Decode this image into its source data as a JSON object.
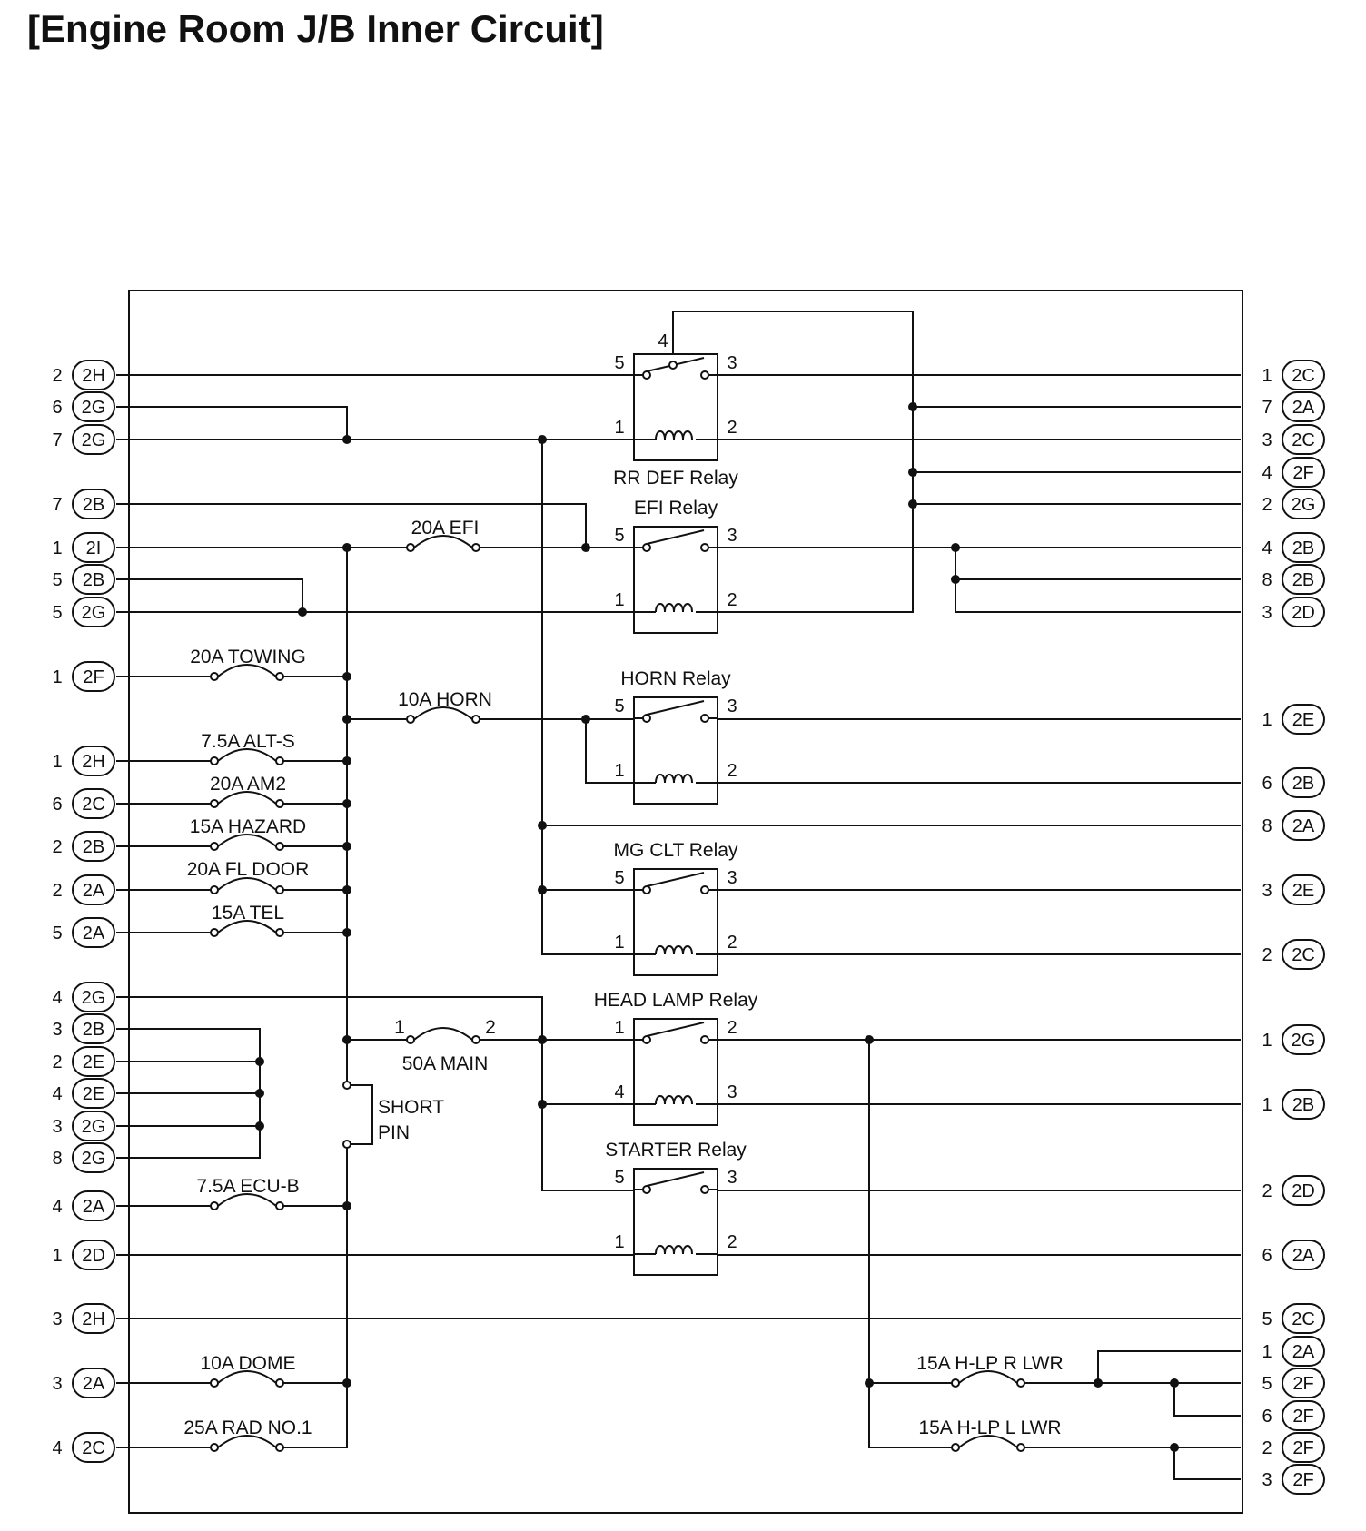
{
  "title": "[Engine Room J/B Inner Circuit]",
  "colors": {
    "ink": "#111111",
    "background": "#ffffff"
  },
  "left_terminals": [
    {
      "pin": "2",
      "conn": "2H"
    },
    {
      "pin": "6",
      "conn": "2G"
    },
    {
      "pin": "7",
      "conn": "2G"
    },
    {
      "pin": "7",
      "conn": "2B"
    },
    {
      "pin": "1",
      "conn": "2I"
    },
    {
      "pin": "5",
      "conn": "2B"
    },
    {
      "pin": "5",
      "conn": "2G"
    },
    {
      "pin": "1",
      "conn": "2F"
    },
    {
      "pin": "1",
      "conn": "2H"
    },
    {
      "pin": "6",
      "conn": "2C"
    },
    {
      "pin": "2",
      "conn": "2B"
    },
    {
      "pin": "2",
      "conn": "2A"
    },
    {
      "pin": "5",
      "conn": "2A"
    },
    {
      "pin": "4",
      "conn": "2G"
    },
    {
      "pin": "3",
      "conn": "2B"
    },
    {
      "pin": "2",
      "conn": "2E"
    },
    {
      "pin": "4",
      "conn": "2E"
    },
    {
      "pin": "3",
      "conn": "2G"
    },
    {
      "pin": "8",
      "conn": "2G"
    },
    {
      "pin": "4",
      "conn": "2A"
    },
    {
      "pin": "1",
      "conn": "2D"
    },
    {
      "pin": "3",
      "conn": "2H"
    },
    {
      "pin": "3",
      "conn": "2A"
    },
    {
      "pin": "4",
      "conn": "2C"
    }
  ],
  "right_terminals": [
    {
      "pin": "1",
      "conn": "2C"
    },
    {
      "pin": "7",
      "conn": "2A"
    },
    {
      "pin": "3",
      "conn": "2C"
    },
    {
      "pin": "4",
      "conn": "2F"
    },
    {
      "pin": "2",
      "conn": "2G"
    },
    {
      "pin": "4",
      "conn": "2B"
    },
    {
      "pin": "8",
      "conn": "2B"
    },
    {
      "pin": "3",
      "conn": "2D"
    },
    {
      "pin": "1",
      "conn": "2E"
    },
    {
      "pin": "6",
      "conn": "2B"
    },
    {
      "pin": "8",
      "conn": "2A"
    },
    {
      "pin": "3",
      "conn": "2E"
    },
    {
      "pin": "2",
      "conn": "2C"
    },
    {
      "pin": "1",
      "conn": "2G"
    },
    {
      "pin": "1",
      "conn": "2B"
    },
    {
      "pin": "2",
      "conn": "2D"
    },
    {
      "pin": "6",
      "conn": "2A"
    },
    {
      "pin": "5",
      "conn": "2C"
    },
    {
      "pin": "1",
      "conn": "2A"
    },
    {
      "pin": "5",
      "conn": "2F"
    },
    {
      "pin": "6",
      "conn": "2F"
    },
    {
      "pin": "2",
      "conn": "2F"
    },
    {
      "pin": "3",
      "conn": "2F"
    }
  ],
  "fuses": {
    "efi": "20A EFI",
    "towing": "20A TOWING",
    "horn": "10A HORN",
    "alt_s": "7.5A ALT-S",
    "am2": "20A AM2",
    "hazard": "15A HAZARD",
    "fl_door": "20A FL DOOR",
    "tel": "15A TEL",
    "main": "50A MAIN",
    "ecu_b": "7.5A ECU-B",
    "dome": "10A DOME",
    "rad_no1": "25A RAD NO.1",
    "hlp_r_lwr": "15A H-LP R LWR",
    "hlp_l_lwr": "15A H-LP L LWR"
  },
  "main_fuse_pins": {
    "left": "1",
    "right": "2"
  },
  "relays": [
    {
      "name": "RR DEF Relay",
      "pins": [
        "5",
        "3",
        "1",
        "2",
        "4"
      ]
    },
    {
      "name": "EFI Relay",
      "pins": [
        "5",
        "3",
        "1",
        "2"
      ]
    },
    {
      "name": "HORN Relay",
      "pins": [
        "5",
        "3",
        "1",
        "2"
      ]
    },
    {
      "name": "MG CLT Relay",
      "pins": [
        "5",
        "3",
        "1",
        "2"
      ]
    },
    {
      "name": "HEAD LAMP Relay",
      "pins": [
        "1",
        "2",
        "4",
        "3"
      ]
    },
    {
      "name": "STARTER Relay",
      "pins": [
        "5",
        "3",
        "1",
        "2"
      ]
    }
  ],
  "short_pin": {
    "line1": "SHORT",
    "line2": "PIN"
  }
}
